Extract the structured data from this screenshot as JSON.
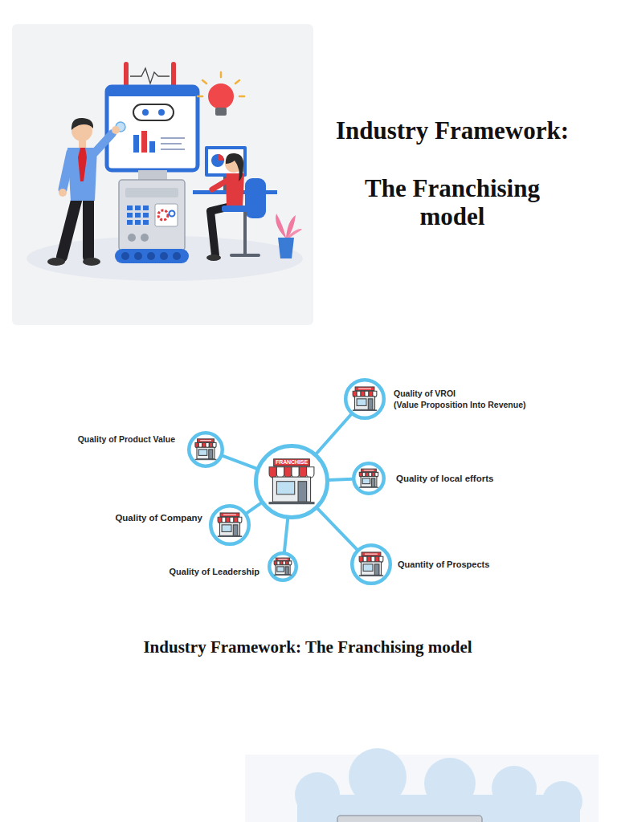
{
  "diagram": {
    "title": "Industry Framework:",
    "caption": "Industry Framework: The Franchising model",
    "nodes": [
      {
        "text": [
          "FRANCHISE"
        ]
      },
      {
        "text": [
          "Quality of VROI",
          "(Value Proposition Into Revenue)"
        ]
      },
      {
        "text": [
          "Quality of Product Value"
        ]
      },
      {
        "text": [
          "Quality of local efforts"
        ]
      },
      {
        "text": [
          "Quality of Company"
        ]
      },
      {
        "text": [
          "Quantity of Prospects"
        ]
      },
      {
        "text": [
          "Quality of Leadership"
        ]
      }
    ],
    "edges": [
      {
        "from": 0,
        "to": 1,
        "arrow": "none"
      },
      {
        "from": 0,
        "to": 2,
        "arrow": "none"
      },
      {
        "from": 0,
        "to": 3,
        "arrow": "none"
      },
      {
        "from": 0,
        "to": 4,
        "arrow": "none"
      },
      {
        "from": 0,
        "to": 5,
        "arrow": "none"
      },
      {
        "from": 0,
        "to": 6,
        "arrow": "none"
      }
    ],
    "labels": [
      "The Franchising model"
    ]
  }
}
